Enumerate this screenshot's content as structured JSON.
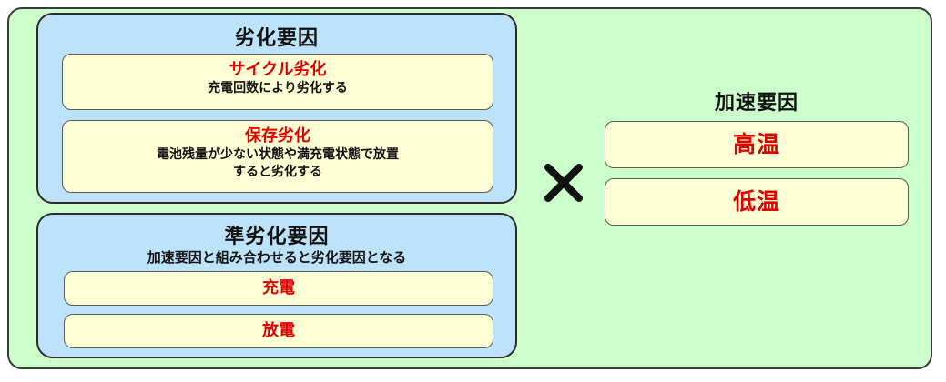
{
  "degradation_factors": {
    "title": "劣化要因",
    "items": [
      {
        "title": "サイクル劣化",
        "description_lines": [
          "充電回数により劣化する"
        ]
      },
      {
        "title": "保存劣化",
        "description_lines": [
          "電池残量が少ない状態や満充電状態で放置",
          "すると劣化する"
        ]
      }
    ]
  },
  "quasi_degradation_factors": {
    "title": "準劣化要因",
    "subtitle": "加速要因と組み合わせると劣化要因となる",
    "items": [
      "充電",
      "放電"
    ]
  },
  "operator": {
    "icon": "multiply-icon"
  },
  "acceleration_factors": {
    "title": "加速要因",
    "items": [
      "高温",
      "低温"
    ]
  },
  "colors": {
    "outer_background": "#ccffcc",
    "group_background": "#bde3fb",
    "card_background": "#ffffd6",
    "accent_red": "#e00000"
  }
}
